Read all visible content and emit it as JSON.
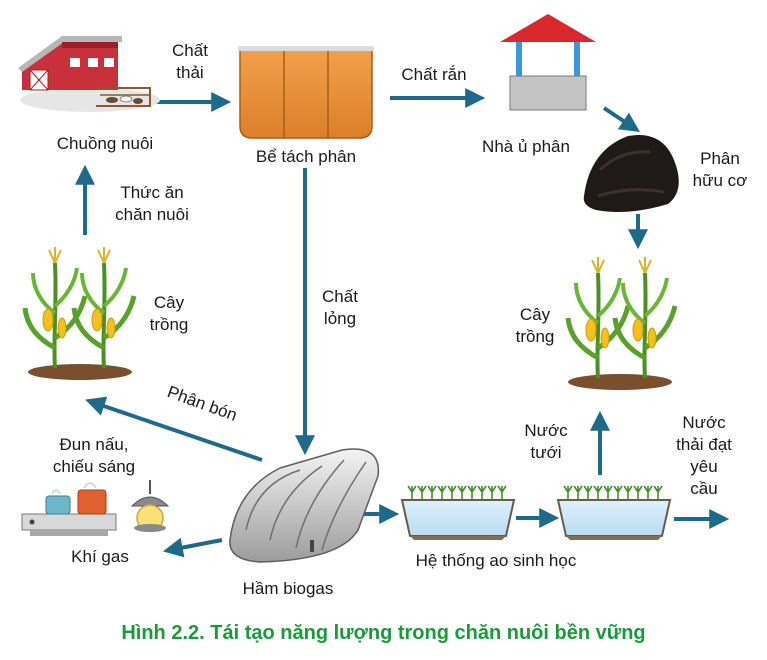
{
  "nodes": {
    "barn": "Chuồng nuôi",
    "tank": "Bể tách phân",
    "compost_house": "Nhà ủ phân",
    "organic_fertilizer": "Phân\nhữu cơ",
    "crops_left": "Cây\ntrồng",
    "crops_right": "Cây\ntrồng",
    "cooking": "Đun nấu,\nchiếu sáng",
    "gas": "Khí gas",
    "biogas": "Hầm biogas",
    "pond": "Hệ thống ao sinh học"
  },
  "flows": {
    "waste": "Chất\nthải",
    "solid": "Chất rắn",
    "liquid": "Chất\nlỏng",
    "feed": "Thức ăn\nchăn nuôi",
    "fertilizer": "Phân bón",
    "irrigation": "Nước\ntưới",
    "discharge": "Nước\nthải đạt\nyêu\ncầu"
  },
  "caption": "Hình 2.2. Tái tạo năng lượng trong chăn nuôi bền vững",
  "colors": {
    "arrow": "#1f6a8a",
    "caption": "#1b9a3c",
    "tank": "#e8913a",
    "barn": "#c8303c",
    "roof": "#d9292e",
    "leaf": "#5aa02c",
    "corn": "#f2c21b"
  }
}
